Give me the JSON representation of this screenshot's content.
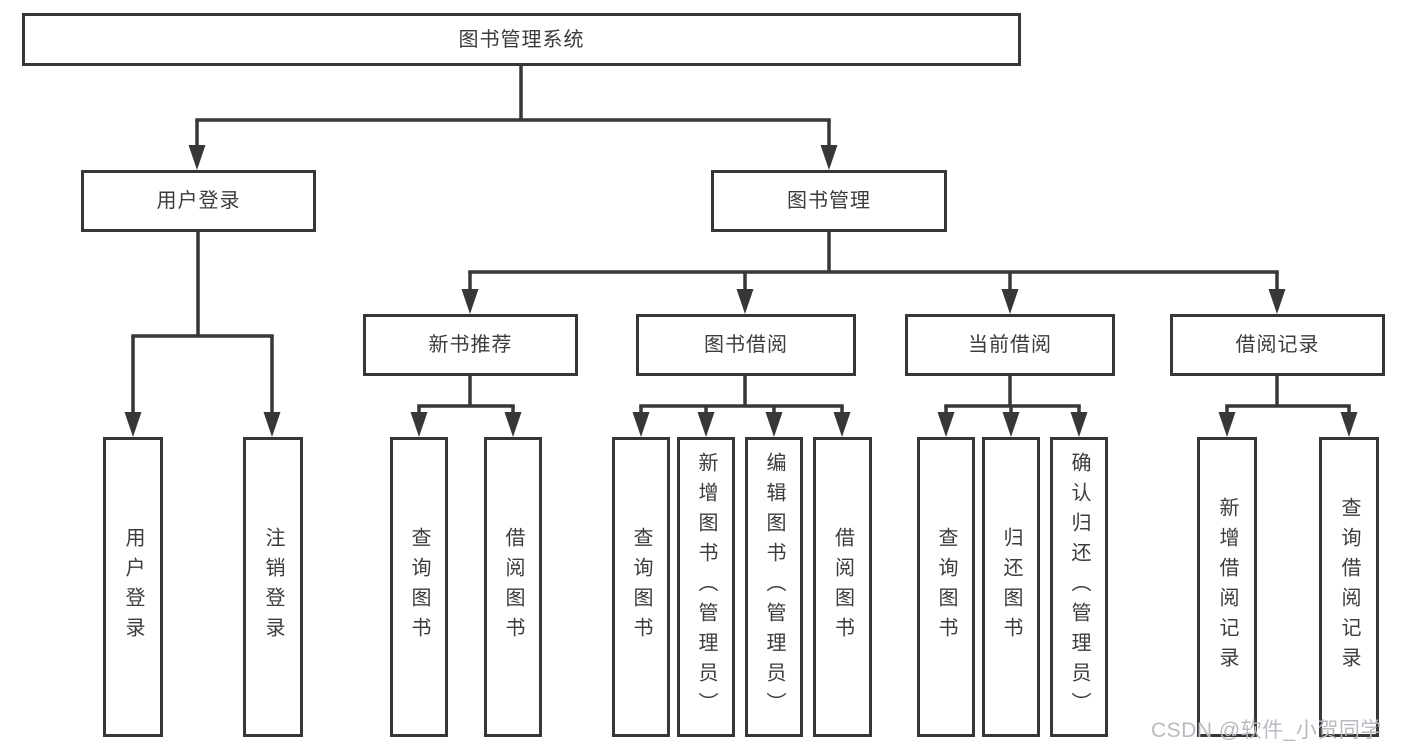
{
  "nodes": {
    "root": "图书管理系统",
    "user_login": "用户登录",
    "book_mgmt": "图书管理",
    "new_book_rec": "新书推荐",
    "book_borrow": "图书借阅",
    "current_borrow": "当前借阅",
    "borrow_records": "借阅记录",
    "leaf_user_login": "用户登录",
    "leaf_logout": "注销登录",
    "leaf_query_books_1": "查询图书",
    "leaf_borrow_books_1": "借阅图书",
    "leaf_query_books_2": "查询图书",
    "leaf_add_book": "新增图书（管理员）",
    "leaf_edit_book": "编辑图书（管理员）",
    "leaf_borrow_books_2": "借阅图书",
    "leaf_query_books_3": "查询图书",
    "leaf_return_book": "归还图书",
    "leaf_confirm_return": "确认归还（管理员）",
    "leaf_add_record": "新增借阅记录",
    "leaf_query_record": "查询借阅记录"
  },
  "hierarchy": {
    "root": [
      "user_login",
      "book_mgmt"
    ],
    "user_login": [
      "leaf_user_login",
      "leaf_logout"
    ],
    "book_mgmt": [
      "new_book_rec",
      "book_borrow",
      "current_borrow",
      "borrow_records"
    ],
    "new_book_rec": [
      "leaf_query_books_1",
      "leaf_borrow_books_1"
    ],
    "book_borrow": [
      "leaf_query_books_2",
      "leaf_add_book",
      "leaf_edit_book",
      "leaf_borrow_books_2"
    ],
    "current_borrow": [
      "leaf_query_books_3",
      "leaf_return_book",
      "leaf_confirm_return"
    ],
    "borrow_records": [
      "leaf_add_record",
      "leaf_query_record"
    ]
  },
  "watermark": "CSDN @软件_小贺同学",
  "colors": {
    "line": "#373737",
    "text": "#3c3c3c",
    "box_background": "#ffffff",
    "page_background": "#ffffff",
    "watermark": "#b7bbc1"
  }
}
